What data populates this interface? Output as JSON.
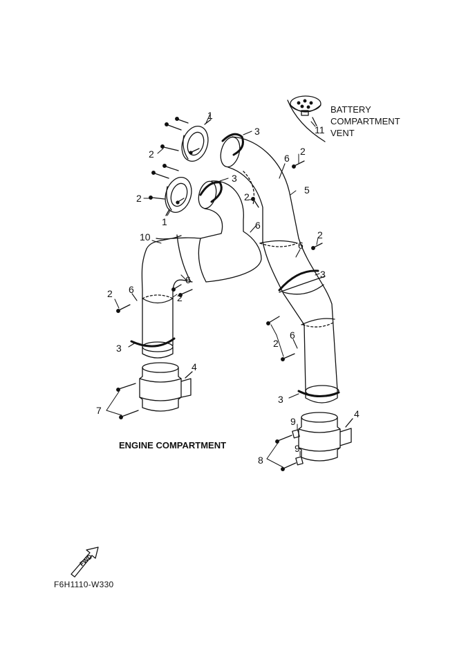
{
  "diagram": {
    "callouts": {
      "c1a": "1",
      "c1b": "1",
      "c2a": "2",
      "c2b": "2",
      "c2c": "2",
      "c2d": "2",
      "c2e": "2",
      "c2f": "2",
      "c2g": "2",
      "c2h": "2",
      "c3a": "3",
      "c3b": "3",
      "c3c": "3",
      "c3d": "3",
      "c3e": "3",
      "c4a": "4",
      "c4b": "4",
      "c5": "5",
      "c6a": "6",
      "c6b": "6",
      "c6c": "6",
      "c6d": "6",
      "c6e": "6",
      "c6f": "6",
      "c7": "7",
      "c8": "8",
      "c9a": "9",
      "c9b": "9",
      "c10": "10",
      "c11": "11"
    },
    "battery_vent_label": [
      "BATTERY",
      "COMPARTMENT",
      "VENT"
    ],
    "engine_compartment_label": "ENGINE COMPARTMENT",
    "fwd_label": "FWD",
    "drawing_code": "F6H1110-W330"
  }
}
